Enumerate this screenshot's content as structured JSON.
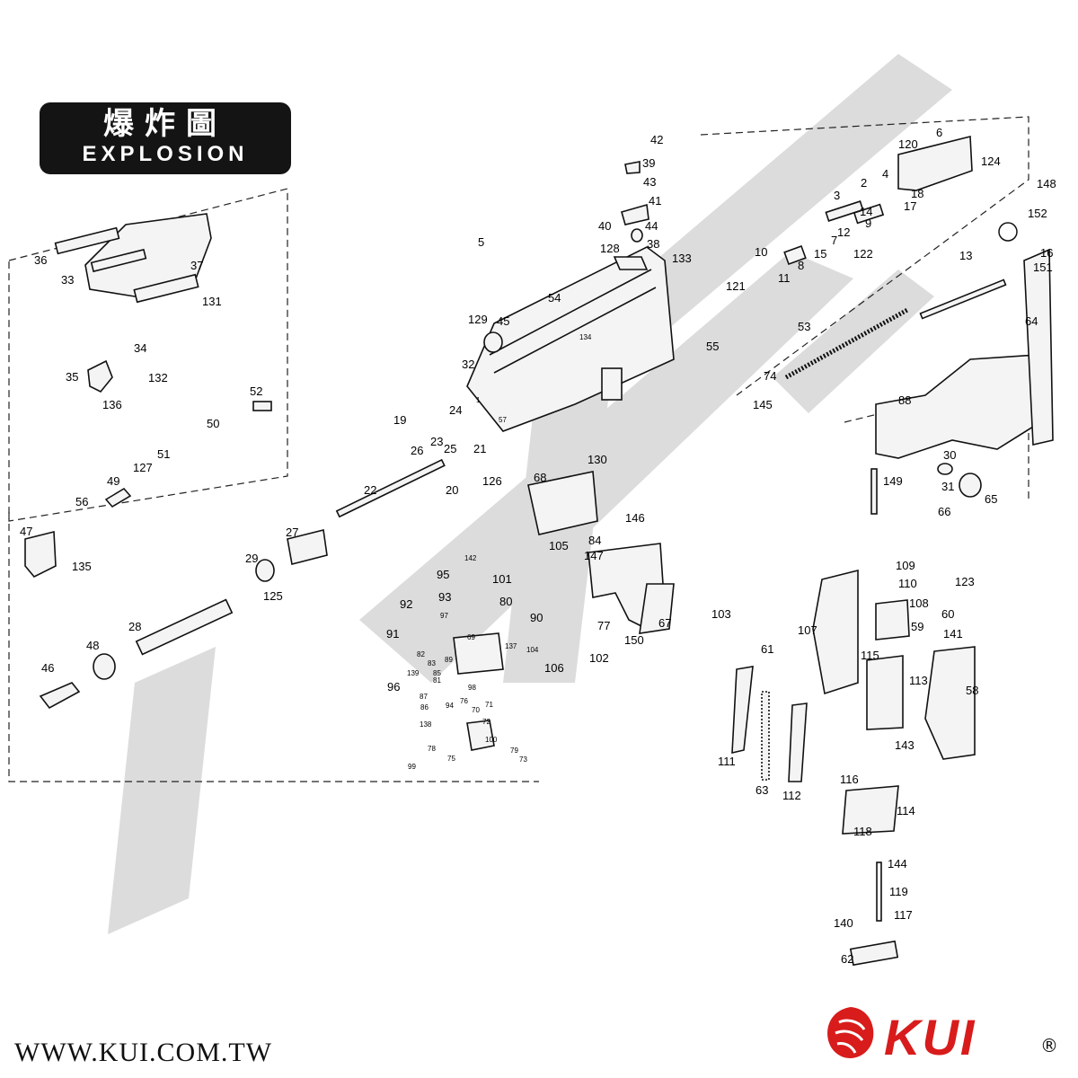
{
  "title": {
    "chinese": "爆炸圖",
    "english": "EXPLOSION"
  },
  "footer": {
    "website": "WWW.KUI.COM.TW",
    "brand": "KUI",
    "registered_mark": "®"
  },
  "watermark": {
    "text": "KUI",
    "color": "#d9d9d9"
  },
  "colors": {
    "ink": "#111111",
    "watermark": "#d9d9d9",
    "brand_red": "#d81c1c"
  },
  "part_numbers": [
    "1",
    "2",
    "3",
    "4",
    "5",
    "6",
    "7",
    "8",
    "9",
    "10",
    "11",
    "12",
    "13",
    "14",
    "15",
    "16",
    "17",
    "18",
    "19",
    "20",
    "21",
    "22",
    "23",
    "24",
    "25",
    "26",
    "27",
    "28",
    "29",
    "30",
    "31",
    "32",
    "33",
    "34",
    "35",
    "36",
    "37",
    "38",
    "39",
    "40",
    "41",
    "42",
    "43",
    "44",
    "45",
    "46",
    "47",
    "48",
    "49",
    "50",
    "51",
    "52",
    "53",
    "54",
    "55",
    "56",
    "57",
    "58",
    "59",
    "60",
    "61",
    "62",
    "63",
    "64",
    "65",
    "66",
    "67",
    "68",
    "69",
    "70",
    "71",
    "72",
    "73",
    "74",
    "75",
    "76",
    "77",
    "78",
    "79",
    "80",
    "81",
    "82",
    "83",
    "84",
    "85",
    "86",
    "87",
    "88",
    "89",
    "90",
    "91",
    "92",
    "93",
    "94",
    "95",
    "96",
    "97",
    "98",
    "99",
    "100",
    "101",
    "102",
    "103",
    "104",
    "105",
    "106",
    "107",
    "108",
    "109",
    "110",
    "111",
    "112",
    "113",
    "114",
    "115",
    "116",
    "117",
    "118",
    "119",
    "120",
    "121",
    "122",
    "123",
    "124",
    "125",
    "126",
    "127",
    "128",
    "129",
    "130",
    "131",
    "132",
    "133",
    "134",
    "135",
    "136",
    "137",
    "138",
    "139",
    "140",
    "141",
    "142",
    "143",
    "144",
    "145",
    "146",
    "147",
    "148",
    "149",
    "150",
    "151",
    "152"
  ]
}
